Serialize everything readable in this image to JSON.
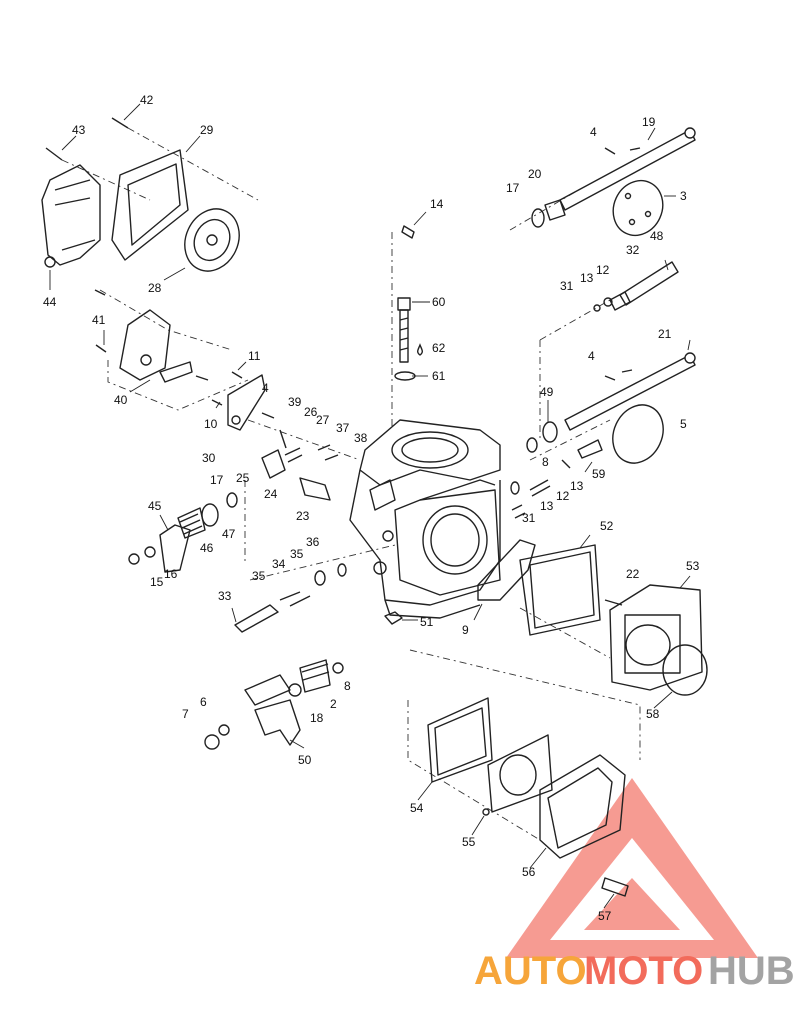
{
  "labels": {
    "l1": "42",
    "l2": "43",
    "l3": "29",
    "l4": "44",
    "l5": "28",
    "l6": "41",
    "l7": "40",
    "l8": "11",
    "l9": "10",
    "l10": "4",
    "l11": "39",
    "l12": "26",
    "l13": "27",
    "l14": "37",
    "l15": "38",
    "l16": "30",
    "l17": "25",
    "l18": "24",
    "l19": "23",
    "l20": "17",
    "l21": "45",
    "l22": "47",
    "l23": "46",
    "l24": "16",
    "l25": "15",
    "l26": "36",
    "l27": "35",
    "l28": "35",
    "l29": "34",
    "l30": "33",
    "l31": "14",
    "l32": "60",
    "l33": "62",
    "l34": "61",
    "l35": "4",
    "l36": "19",
    "l37": "17",
    "l38": "20",
    "l39": "3",
    "l40": "32",
    "l41": "48",
    "l42": "31",
    "l43": "13",
    "l44": "12",
    "l45": "21",
    "l46": "4",
    "l47": "5",
    "l48": "49",
    "l49": "8",
    "l50": "59",
    "l51": "13",
    "l52": "12",
    "l53": "13",
    "l54": "31",
    "l55": "52",
    "l56": "22",
    "l57": "53",
    "l58": "9",
    "l59": "51",
    "l60": "58",
    "l61": "8",
    "l62": "2",
    "l63": "18",
    "l64": "6",
    "l65": "7",
    "l66": "50",
    "l67": "54",
    "l68": "55",
    "l69": "56",
    "l70": "57"
  },
  "watermark": {
    "word_a": "AUTO",
    "word_b": "MOTO",
    "word_c": "HUB",
    "color_primary": "#f6a53a",
    "color_secondary": "#f26b5b",
    "color_dark": "#a3a3a3",
    "logo_color": "#f37a6e"
  }
}
